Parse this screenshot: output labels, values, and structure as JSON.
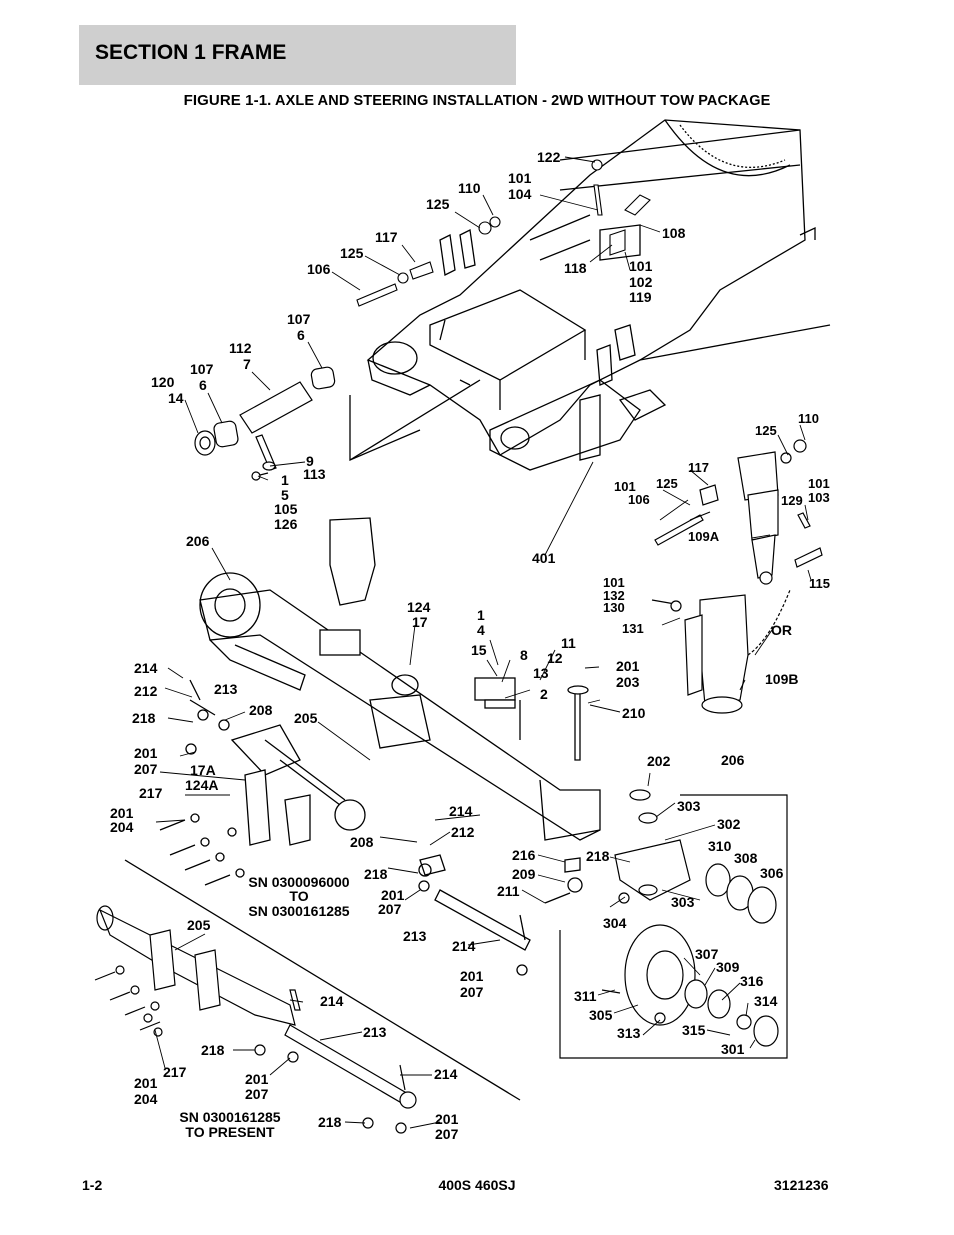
{
  "header": {
    "section": "SECTION 1  FRAME"
  },
  "figure": {
    "number": "FIGURE 1-1.",
    "title": "AXLE AND STEERING INSTALLATION - 2WD WITHOUT TOW PACKAGE"
  },
  "callouts": [
    "122",
    "101",
    "104",
    "110",
    "125",
    "108",
    "125",
    "117",
    "106",
    "118",
    "101",
    "102",
    "119",
    "107",
    "6",
    "112",
    "7",
    "107",
    "6",
    "120",
    "14",
    "9",
    "113",
    "1",
    "5",
    "105",
    "126",
    "125",
    "110",
    "117",
    "101",
    "106",
    "125",
    "129",
    "101",
    "103",
    "109A",
    "401",
    "115",
    "206",
    "124",
    "17",
    "1",
    "4",
    "15",
    "8",
    "11",
    "12",
    "13",
    "2",
    "214",
    "212",
    "213",
    "101",
    "132",
    "130",
    "131",
    "OR",
    "109B",
    "201",
    "203",
    "210",
    "218",
    "208",
    "205",
    "201",
    "207",
    "17A",
    "124A",
    "217",
    "201",
    "204",
    "202",
    "206",
    "303",
    "302",
    "310",
    "308",
    "306",
    "214",
    "212",
    "208",
    "216",
    "218",
    "218",
    "209",
    "201",
    "207",
    "211",
    "304",
    "303",
    "213",
    "214",
    "205",
    "307",
    "309",
    "316",
    "311",
    "201",
    "207",
    "305",
    "314",
    "313",
    "315",
    "301",
    "214",
    "213",
    "218",
    "201",
    "207",
    "214",
    "201",
    "204",
    "217",
    "218",
    "201",
    "207"
  ],
  "serial_notes": {
    "range_a": [
      "SN 0300096000",
      "TO",
      "SN 0300161285"
    ],
    "range_b": [
      "SN 0300161285",
      "TO PRESENT"
    ]
  },
  "footer": {
    "page": "1-2",
    "model": "400S 460SJ",
    "doc_number": "3121236"
  }
}
